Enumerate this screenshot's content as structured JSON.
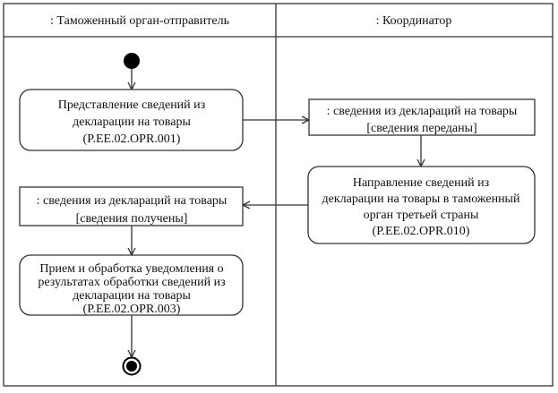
{
  "swimlanes": [
    {
      "title": ": Таможенный орган-отправитель"
    },
    {
      "title": ": Координатор"
    }
  ],
  "nodes": {
    "action1": {
      "lines": [
        "Представление сведений из",
        "декларации на товары",
        "(P.EE.02.OPR.001)"
      ]
    },
    "object1": {
      "name": ": сведения из деклараций на товары",
      "state": "[сведения переданы]"
    },
    "action2": {
      "lines": [
        "Направление сведений из",
        "декларации на товары в таможенный",
        "орган третьей страны",
        "(P.EE.02.OPR.010)"
      ]
    },
    "object2": {
      "name": ": сведения из деклараций на товары",
      "state": "[сведения получены]"
    },
    "action3": {
      "lines": [
        "Прием и обработка уведомления о",
        "результатах обработки сведений из",
        "декларации на товары",
        "(P.EE.02.OPR.003)"
      ]
    }
  }
}
